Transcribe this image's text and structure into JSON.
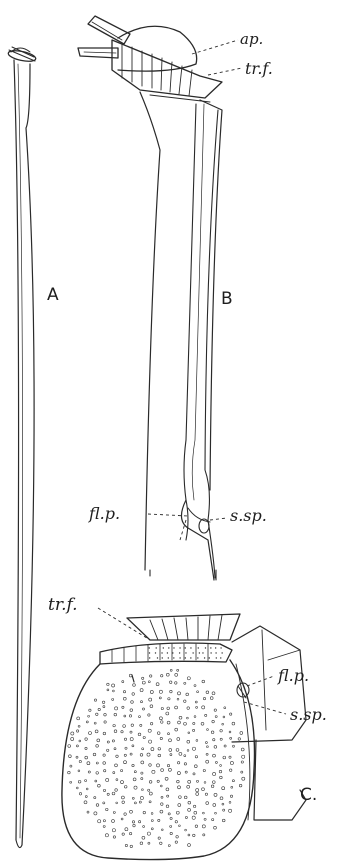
{
  "panels": {
    "a": "A",
    "b": "B",
    "c": "C."
  },
  "labels": {
    "ap": "ap.",
    "trf_b": "tr.f.",
    "flp_b": "fl.p.",
    "ssp_b": "s.sp.",
    "trf_c": "tr.f.",
    "flp_c": "fl.p.",
    "ssp_c": "s.sp."
  }
}
